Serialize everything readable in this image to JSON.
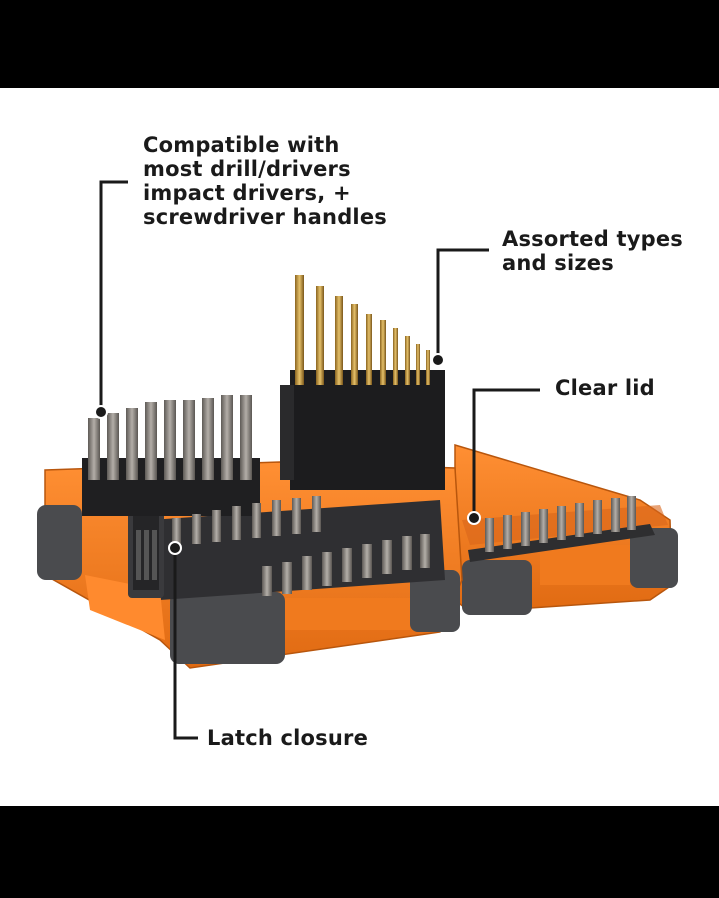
{
  "callouts": {
    "compatible": [
      "Compatible with",
      "most drill/drivers",
      "impact drivers, +",
      "screwdriver handles"
    ],
    "assorted": [
      "Assorted types",
      "and sizes"
    ],
    "lid": [
      "Clear lid"
    ],
    "latch": [
      "Latch closure"
    ]
  },
  "colors": {
    "background_band": "#000000",
    "panel": "#ffffff",
    "case_orange": "#f07a1e",
    "case_gray": "#4a4b4e",
    "bit_metal": "#8a8580",
    "drill_gold": "#c9a24a",
    "text": "#1a1a1a"
  }
}
